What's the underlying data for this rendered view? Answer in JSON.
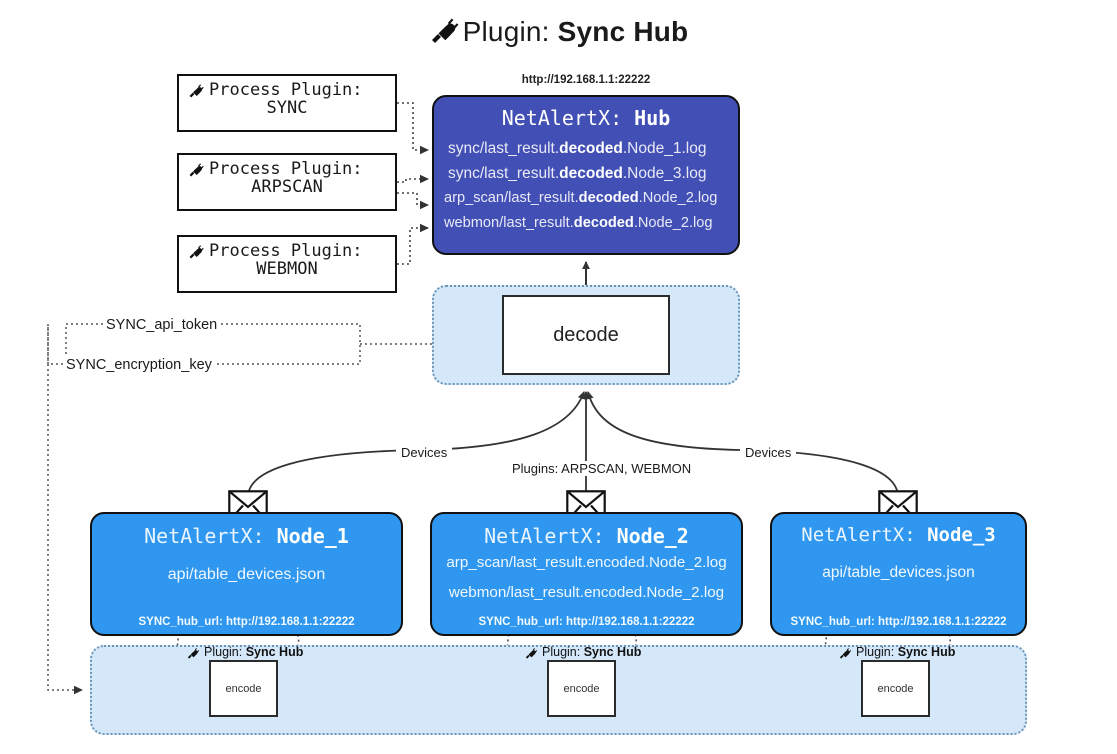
{
  "title": {
    "icon": "plug-icon",
    "prefix": "Plugin: ",
    "name": "Sync Hub"
  },
  "hub": {
    "url": "http://192.168.1.1:22222",
    "label_prefix": "NetAlertX: ",
    "label_name": "Hub",
    "lines": [
      {
        "pre": "sync/last_result.",
        "mid": "decoded",
        "post": ".Node_1.log"
      },
      {
        "pre": "sync/last_result.",
        "mid": "decoded",
        "post": ".Node_3.log"
      },
      {
        "pre": "arp_scan/last_result.",
        "mid": "decoded",
        "post": ".Node_2.log"
      },
      {
        "pre": "webmon/last_result.",
        "mid": "decoded",
        "post": ".Node_2.log"
      }
    ]
  },
  "process_plugins": [
    {
      "icon": "plug-icon",
      "line1": "Process Plugin:",
      "line2": "SYNC"
    },
    {
      "icon": "plug-icon",
      "line1": "Process Plugin:",
      "line2": "ARPSCAN"
    },
    {
      "icon": "plug-icon",
      "line1": "Process Plugin:",
      "line2": "WEBMON"
    }
  ],
  "tokens": [
    {
      "label": "SYNC_api_token"
    },
    {
      "label": "SYNC_encryption_key"
    }
  ],
  "decode": {
    "label": "decode"
  },
  "edge_labels": {
    "devices_left": "Devices",
    "devices_right": "Devices",
    "plugins_center": "Plugins: ARPSCAN, WEBMON"
  },
  "nodes": [
    {
      "id": "node1",
      "icon": "envelope-icon",
      "label_prefix": "NetAlertX: ",
      "label_name": "Node_1",
      "lines": [
        "api/table_devices.json"
      ],
      "footer": "SYNC_hub_url: http://192.168.1.1:22222"
    },
    {
      "id": "node2",
      "icon": "envelope-icon",
      "label_prefix": "NetAlertX: ",
      "label_name": "Node_2",
      "lines": [
        "arp_scan/last_result.encoded.Node_2.log",
        "webmon/last_result.encoded.Node_2.log"
      ],
      "footer": "SYNC_hub_url: http://192.168.1.1:22222"
    },
    {
      "id": "node3",
      "icon": "envelope-icon",
      "label_prefix": "NetAlertX: ",
      "label_name": "Node_3",
      "lines": [
        "api/table_devices.json"
      ],
      "footer": "SYNC_hub_url: http://192.168.1.1:22222"
    }
  ],
  "encoders": [
    {
      "caption_prefix": "Plugin: ",
      "caption_name": "Sync Hub",
      "label": "encode"
    },
    {
      "caption_prefix": "Plugin: ",
      "caption_name": "Sync Hub",
      "label": "encode"
    },
    {
      "caption_prefix": "Plugin: ",
      "caption_name": "Sync Hub",
      "label": "encode"
    }
  ],
  "colors": {
    "hub_fill": "#4250b5",
    "node_fill": "#2f97ef",
    "container_fill": "#d4e8fa",
    "container_stroke": "#6d95b8",
    "stroke": "#111111",
    "background": "#ffffff"
  }
}
